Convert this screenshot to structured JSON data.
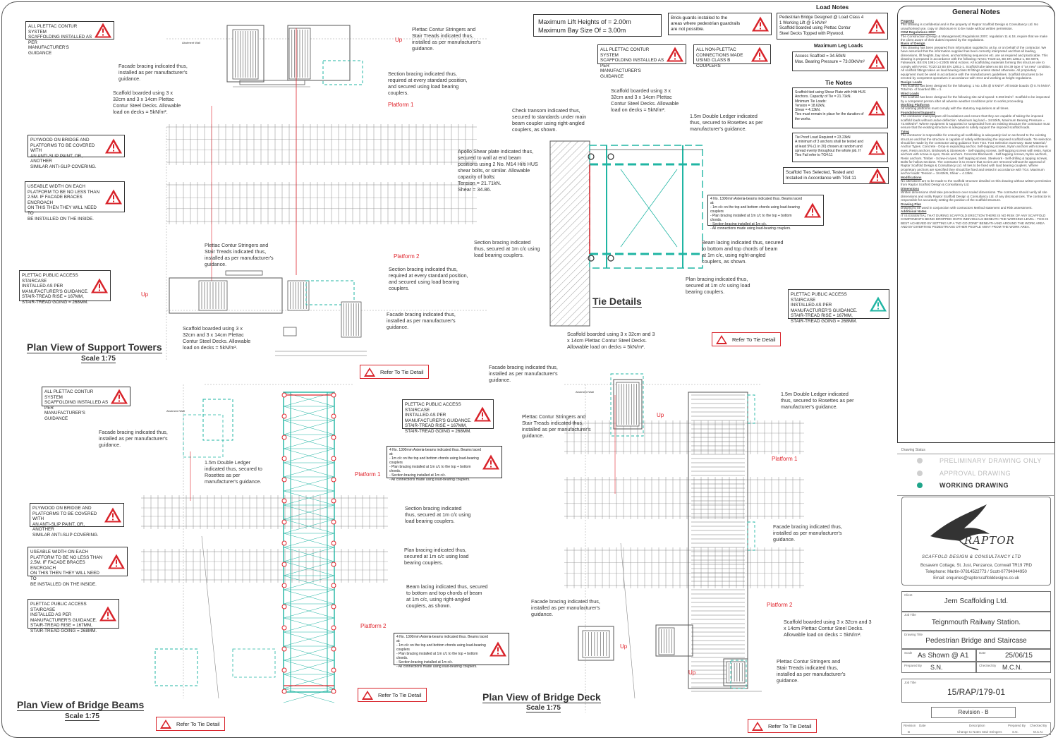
{
  "views": {
    "support_towers": {
      "title": "Plan View of Support Towers",
      "scale": "Scale 1:75"
    },
    "bridge_beams": {
      "title": "Plan View of Bridge Beams",
      "scale": "Scale 1:75"
    },
    "bridge_deck": {
      "title": "Plan View of Bridge Deck",
      "scale": "Scale 1:75"
    },
    "tie_details": {
      "title": "Tie Details"
    }
  },
  "platforms": {
    "st_p1": "Platform 1",
    "st_p2": "Platform 2",
    "bb_p1": "Platform 1",
    "bb_p2": "Platform 2",
    "bd_p1": "Platform 1",
    "bd_p2": "Platform 2"
  },
  "up_label": "Up",
  "callouts": {
    "contur_system": "ALL PLETTAC CONTUR SYSTEM\nSCAFFOLDING INSTALLED AS PER\nMANUFACTURER'S GUIDANCE",
    "plywood": "PLYWOOD ON BRIDGE AND\nPLATFORMS TO BE COVERED WITH\nAN ANTI-SLIP PAINT, OR, ANOTHER\nSIMILAR ANTI-SLIP COVERING.",
    "useable_width": "USEABLE WIDTH ON EACH\nPLATFORM TO BE NO LESS THAN\n2.5M. IF FACADE BRACES ENCROACH\nON THIS THEN THEY WILL NEED TO\nBE INSTALLED ON THE INSIDE.",
    "staircase": "PLETTAC PUBLIC ACCESS STAIRCASE\nINSTALLED AS PER\nMANUFACTURER'S GUIDANCE.\nSTAIR-TREAD RISE = 167MM,\nSTAIR-TREAD GOING = 268MM.",
    "brick_guards": "Brick-guards installed to the\nareas where pedestrian guardrails\nare not possible.",
    "non_plettac": "ALL NON-PLETTAC\nCONNECTIONS MADE\nUSING CLASS B COUPLERS",
    "pedestrian_bridge": "Pedestrian Bridge Designed @ Load Class 4\n1 Working Lift @ 5 kN/m²\nScaffold boarded using Plettac Contur\nSteel Decks Topped with Plywood.",
    "asteria": "4 No. 1300mm Asteria-beams indicated thus. Beams laced at:\n- 1m c/c on the top and bottom chords using load-bearing couplers\n- Plan bracing installed at 1m c/c to the top + bottom chords.\n- Section bracing installed at 1m c/c.\n- All connections made using load-bearing couplers."
  },
  "lift_heights": "Maximum Lift Heights of = 2.00m\nMaximum Bay Size Of = 3.00m",
  "load_notes": {
    "title": "Load Notes",
    "leg_loads_title": "Maximum Leg Loads",
    "leg_loads": "Access Scaffold = 34.50kN\nMax. Bearing Pressure = 73.00kN/m²"
  },
  "tie_notes": {
    "title": "Tie Notes",
    "box1": "Scaffold tied using Shear Plate with Hilti HUS Anchors. Capacity of Tie = 21.71kN.\nMinimum Tie Loads:\nTension = 18.62kN,\nShear = 4.13kN.\nTies must remain in place for the duration of the works.",
    "box2": "Tie Proof Load Required = 23.23kN\nA minimum of 3 anchors shall be tested and at least 5% (1 in 20) chosen at random and spread evenly throughout the whole job. If Ties Fail refer to TG4:11",
    "box3": "Scaffold Ties Selected, Tested and Installed in Accordance with TG4:11"
  },
  "notes": {
    "facade_bracing": "Facade bracing indicated thus,\ninstalled as per manufacturer's\nguidance.",
    "scaffold_boarded": "Scaffold boarded using 3 x\n32cm and 3 x 14cm Plettac\nContur Steel Decks. Allowable\nload on decks = 5kN/m².",
    "section_bracing_std": "Section bracing indicated thus,\nrequired at every standard position,\nand secured using load bearing\ncouplers.",
    "stringers": "Plettac Contur Stringers and\nStair Treads indicated thus,\ninstalled as per manufacturer's\nguidance.",
    "ledger": "1.5m Double Ledger\nindicated thus, secured to\nRosettes as per\nmanufacturer's guidance.",
    "section_bracing_1m": "Section bracing indicated\nthus, secured at 1m c/c using\nload bearing couplers.",
    "plan_bracing": "Plan bracing indicated thus,\nsecured at 1m c/c using load\nbearing couplers.",
    "beam_lacing": "Beam lacing indicated thus, secured\nto bottom and top chords of beam\nat 1m c/c, using right-angled\ncouplers, as shown.",
    "check_transom": "Check transom indicated thus,\nsecured to standards under main\nbeam coupler using right-angled\ncouplers, as shown.",
    "apollo": "Apollo Shear plate indicated thus,\nsecured to wall at end beam\npositions using 2 No. M14 Hilti HUS\nshear bolts, or similar. Allowable\ncapacity of bolts:\nTension = 21.71kN.\nShear = 34.86.",
    "tie_ledger": "1.5m Double Ledger indicated\nthus, secured to Rosettes as per\nmanufacturer's guidance.",
    "tie_scaffold": "Scaffold boarded using 3 x\n32cm and 3 x 14cm Plettac\nContur Steel Decks. Allowable\nload on decks = 5kN/m².",
    "deck_scaffold": "Scaffold boarded using 3 x 32cm and 3\nx 14cm Plettac Contur Steel Decks.\nAllowable load on decks = 5kN/m².",
    "deck_ledger": "1.5m Double Ledger indicated\nthus, secured to Rosettes as per\nmanufacturer's guidance.",
    "deck_scaffold2": "Scaffold boarded using 3 x 32cm and 3\nx 14cm Plettac Contur Steel Decks.\nAllowable load on decks = 5kN/m²."
  },
  "refer_tie": "Refer To Tie Detail",
  "abutment_wall": "Abutment Wall",
  "general_notes": {
    "title": "General Notes",
    "sections": [
      {
        "h": "Property",
        "t": "This drawing is confidential and is the property of Raptor Scaffold Design & Consultancy Ltd. No unauthorised use, copy or disclosure is to be made without written permission."
      },
      {
        "h": "CDM Regulations 2007",
        "t": "The Construction (Design & Management) Regulations 2007, regulation 11 & 18, require that we make the client aware of their duties imposed by the regulations."
      },
      {
        "h": "Basis of Design",
        "t": "This drawing has been prepared from information supplied to us by, or on behalf of the contractor. We have assumed that the information supplied has been correctly interpreted and that all loading, dimensions, lift heights, bay sizes, anchor/striking sequences etc. are as required and practicable. This drawing is prepared in accordance with the following: NASC TG20:13, BS EN 12811-1, BS 5975, Falsework, BS EN 1991-1-4:2005 Wind Actions. All scaffolding materials forming this structure are to comply with NASC TG20:13 BS EN 12811-1. Scaffold tube taken as BS EN 39 type 4 \"as new\" condition. All scaffold fittings taken as load bearing class B fittings unless stated otherwise. All proprietary equipment must be used in accordance with the manufacturers guidelines. Scaffold structures to be erected by competent operatives in accordance with SG4 and working at height regulations."
      },
      {
        "h": "Design Loads",
        "t": "This scaffold has been designed for the following: 1 No. Lifts @ 5 kN/m². All inside boards @ 0.75 kN/m². Total No. of boarded lifts = 1."
      },
      {
        "h": "Wind Loads",
        "t": "This scaffold has been designed for the following site wind speed: 0.293 kN/m². Scaffold to be inspected by a competent person after all adverse weather conditions prior to works proceeding."
      },
      {
        "h": "Working Platforms",
        "t": "All working platforms must comply with the statutory regulations at all times."
      },
      {
        "h": "Foundations/Supports",
        "t": "The contractor must prepare all foundations and ensure that they are capable of taking the imposed scaffold loads without undue deflection. Maximum leg load = 34.50kN, Maximum Bearing Pressure = 73.00kN/m². Where equipment is supported or suspended from an existing structure the contractor must ensure that the existing structure is adequate to safely support the imposed scaffold loads."
      },
      {
        "h": "Tying",
        "t": "The contractor is responsible for ensuring all scaffolding is adequately tied or anchored to the existing structure and that the structure is capable of safely withstanding the imposed scaffold loads. Tie selection should be made by the contractor using guidance from TG4. TG4 Selection Summary: Base Material / Anchor Types. Concrete - Drop-in expanding anchor, Self-tapping screws, Nylon anchors with screw-in eyes, Resin anchors. Brickwork & Stonework - Self-tapping screws, Self-tapping screws with resin, Nylon anchors with screw-in eyes, Resin anchors. Concrete Blockwork - Self-tapping screws, Nylon anchors, Resin anchors. Timber - Screw-in eyes, Self tapping screws. Steelwork - Self-drilling & tapping screws, Bolts for hollow sections. The contractor is to ensure that no ties are removed without the approval of Raptor Scaffold Design & Consultancy Ltd. All ties to be fixed with load bearing couplers. Where proprietary anchors are specified they should be fixed and tested in accordance with TG4. Maximum anchor loads: Tension = 18.62kN, Shear = 4.13kN."
      },
      {
        "h": "Modifications",
        "t": "No alterations are to be made to the scaffold structure detailed on this drawing without written permission from Raptor Scaffold Design & Consultancy Ltd."
      },
      {
        "h": "Dimensions",
        "t": "Written dimensions shall take precedence over scaled dimensions. The contractor should verify all site dimensions and notify Raptor Scaffold Design & Consultancy Ltd. of any discrepancies. The contractor is responsible for accurately setting the position of the scaffold structure."
      },
      {
        "h": "Drawing Plan",
        "t": "Drawing to be used in conjunction with contractors Method statement and Risk assessment."
      },
      {
        "h": "Additional Notes",
        "t": "IT IS ESSENTIAL THAT DURING SCAFFOLD ERECTION THERE IS NO RISK OF ANY SCAFFOLD COMPONENTS BEING DROPPED ONTO INDIVIDUALS BENEATH THE WORKING LEVEL - THIS IS BEST ACHIEVED BY SETTING UP A \"NO GO ZONE\" BENEATH AND AROUND THE WORK AREA AND BY DIVERTING PEDESTRIANS OTHER PEOPLE AWAY FROM THE WORK AREA."
      }
    ]
  },
  "drawing_status": {
    "label": "Drawing Status",
    "items": [
      "PRELIMINARY DRAWING ONLY",
      "APPROVAL DRAWING",
      "WORKING DRAWING"
    ],
    "active_color": "#1fa58a"
  },
  "company": {
    "logo_text": "RAPTOR",
    "name": "SCAFFOLD DESIGN & CONSULTANCY LTD",
    "address": "Bosavern Cottage, St. Just, Penzance, Cornwall TR19 7RD",
    "telephone": "Telephone: Martin-07814522773 / Scott-07794044950",
    "email": "Email: enquiries@raptorscaffolddesigns.co.uk"
  },
  "title_block": {
    "client_label": "Client",
    "client": "Jem Scaffolding Ltd.",
    "job_title_label": "Job Title",
    "job_title": "Teignmouth Railway Station.",
    "drawing_title_label": "Drawing Title",
    "drawing_title": "Pedestrian Bridge and Staircase",
    "scale_label": "Scale",
    "scale": "As Shown @ A1",
    "date_label": "Date",
    "date": "25/06/15",
    "prepared_label": "Prepared By",
    "prepared": "S.N.",
    "checked_label": "Checked By",
    "checked": "M.C.N.",
    "job_no_label": "Job Title",
    "job_no": "15/RAP/179-01",
    "revision": "Revision - B",
    "rev_headers": [
      "Revision",
      "Date",
      "Description",
      "Prepared By",
      "Checked By"
    ],
    "rev_row": [
      "B",
      "",
      "Change to Notes Stair Stringers",
      "S.N.",
      "M.C.N."
    ]
  },
  "colors": {
    "teal": "#1fb5a3",
    "red": "#e0242c",
    "line": "#555555"
  }
}
